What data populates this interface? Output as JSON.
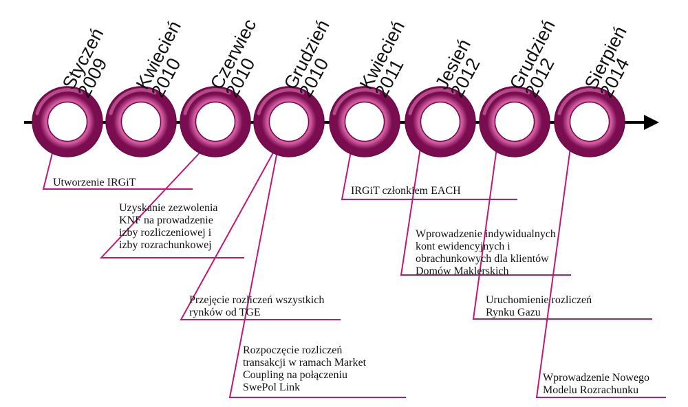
{
  "colors": {
    "ring_outer": "#6e0a49",
    "ring_mid": "#b5207a",
    "ring_light": "#e27fb7",
    "connector": "#c01777",
    "axis": "#000000"
  },
  "milestones": [
    {
      "month": "Styczeń",
      "year": "2009"
    },
    {
      "month": "Kwiecień",
      "year": "2010"
    },
    {
      "month": "Czerwiec",
      "year": "2010"
    },
    {
      "month": "Grudzień",
      "year": "2010"
    },
    {
      "month": "Kwiecień",
      "year": "2011"
    },
    {
      "month": "Jesień",
      "year": "2012"
    },
    {
      "month": "Grudzień",
      "year": "2012"
    },
    {
      "month": "Sierpień",
      "year": "2014"
    }
  ],
  "events": [
    {
      "lines": [
        "Utworzenie IRGiT"
      ]
    },
    {
      "lines": [
        "Uzyskanie zezwolenia",
        "KNF na prowadzenie",
        "izby rozliczeniowej i",
        "izby rozrachunkowej"
      ]
    },
    {
      "lines": [
        "Przejęcie rozliczeń wszystkich",
        "rynków od TGE"
      ]
    },
    {
      "lines": [
        "Rozpoczęcie rozliczeń",
        "transakcji w ramach Market",
        "Coupling na połączeniu",
        "SwePol Link"
      ]
    },
    {
      "lines": [
        "IRGiT członkiem EACH"
      ]
    },
    {
      "lines": [
        "Wprowadzenie indywidualnych",
        "kont ewidencyjnych i",
        "obrachunkowych dla klientów",
        "Domów Maklerskich"
      ]
    },
    {
      "lines": [
        "Uruchomienie rozliczeń",
        "Rynku Gazu"
      ]
    },
    {
      "lines": [
        "Wprowadzenie Nowego",
        "Modelu Rozrachunku"
      ]
    }
  ]
}
